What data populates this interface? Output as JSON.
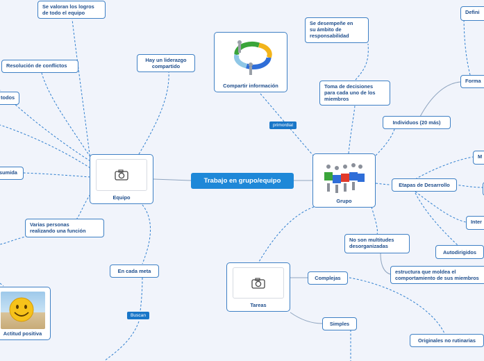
{
  "central": "Trabajo en grupo/equipo",
  "equipo": {
    "label": "Equipo",
    "children": {
      "logros": "Se valoran los logros\nde todo el equipo",
      "liderazgo": "Hay un liderazgo\ncompartido",
      "conflictos": "Resolución de conflictos",
      "todos": "todos",
      "asumida": "sumida",
      "varias": "Varias personas\nrealizando una función",
      "meta": "En cada meta",
      "actitud": "Actitud positiva"
    },
    "buscan": "Buscan"
  },
  "grupo": {
    "label": "Grupo",
    "primordial": "primordial",
    "compartir": "Compartir información",
    "decisiones": "Toma de decisiones\npara cada uno de los\nmiembros",
    "desempeno": "Se desempeñe en\nsu ámbito de\nresponsabilidad",
    "individuos": "Individuos (20 más)",
    "forma": "Forma",
    "defini": "Defini",
    "etapas": "Etapas de Desarrollo",
    "m": "M",
    "inter": "Inter",
    "autodirigidos": "Autodirigidos",
    "multitudes": "No son multitudes\ndesorganizadas",
    "estructura": "estructura que moldea el\ncomportamiento de sus miembros"
  },
  "tareas": {
    "label": "Tareas",
    "complejas": "Complejas",
    "simples": "Simples",
    "originales": "Originales no rutinarias"
  },
  "colors": {
    "link": "#2f7fcf",
    "border": "#3d7fc4",
    "text": "#1f4e8c",
    "central": "#1e88d8",
    "tag": "#1976c8"
  },
  "icons": [
    "camera-icon",
    "smiley-image",
    "teamwork-puzzle-image",
    "shared-cycle-image"
  ]
}
